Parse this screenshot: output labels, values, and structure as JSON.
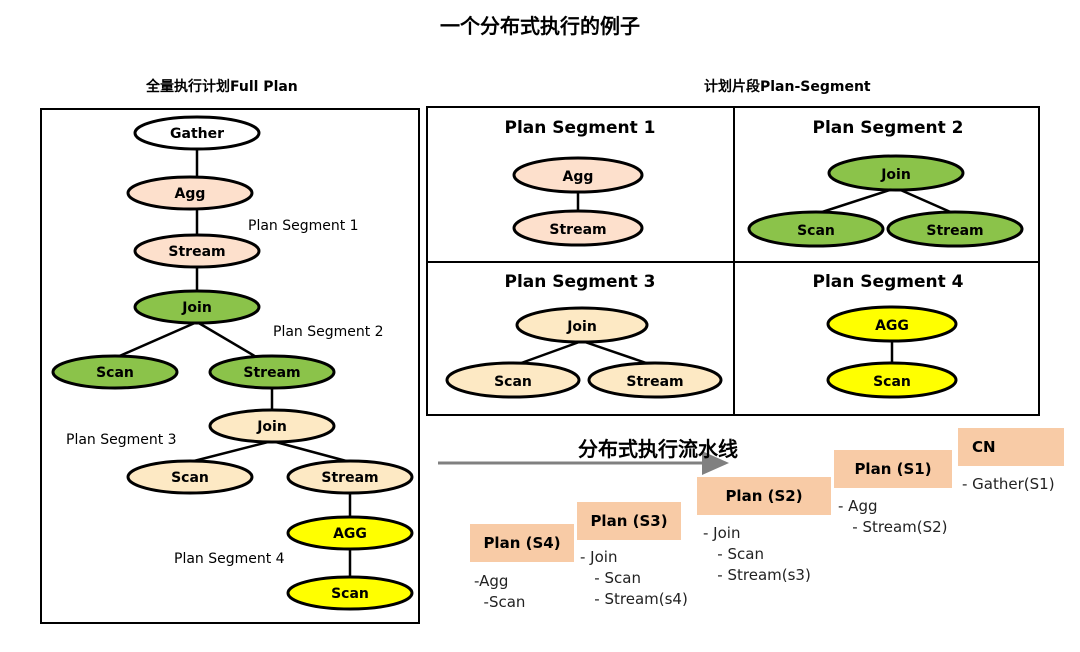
{
  "title": "一个分布式执行的例子",
  "full_plan": {
    "heading": "全量执行计划Full Plan",
    "nodes": {
      "gather": "Gather",
      "agg": "Agg",
      "stream1": "Stream",
      "join1": "Join",
      "scan1": "Scan",
      "stream2": "Stream",
      "join2": "Join",
      "scan2": "Scan",
      "stream3": "Stream",
      "agg2": "AGG",
      "scan3": "Scan"
    },
    "segment_labels": [
      "Plan Segment 1",
      "Plan Segment 2",
      "Plan Segment 3",
      "Plan Segment 4"
    ]
  },
  "plan_segment": {
    "heading": "计划片段Plan-Segment",
    "segments": [
      {
        "title": "Plan Segment 1",
        "nodes": [
          "Agg",
          "Stream"
        ]
      },
      {
        "title": "Plan Segment 2",
        "nodes": [
          "Join",
          "Scan",
          "Stream"
        ]
      },
      {
        "title": "Plan Segment 3",
        "nodes": [
          "Join",
          "Scan",
          "Stream"
        ]
      },
      {
        "title": "Plan Segment 4",
        "nodes": [
          "AGG",
          "Scan"
        ]
      }
    ]
  },
  "pipeline": {
    "heading": "分布式执行流水线",
    "stages": [
      {
        "label": "Plan (S4)",
        "steps": "-Agg\n  -Scan"
      },
      {
        "label": "Plan (S3)",
        "steps": "- Join\n   - Scan\n   - Stream(s4)"
      },
      {
        "label": "Plan (S2)",
        "steps": "- Join\n   - Scan\n   - Stream(s3)"
      },
      {
        "label": "Plan (S1)",
        "steps": "- Agg\n   - Stream(S2)"
      },
      {
        "label": "CN",
        "steps": "- Gather(S1)"
      }
    ]
  },
  "colors": {
    "peach": "#fde0cc",
    "green": "#8bc34a",
    "light_orange": "#fde9c4",
    "yellow": "#ffff00",
    "plan_box": "#f8cba6",
    "arrow": "#808080"
  }
}
